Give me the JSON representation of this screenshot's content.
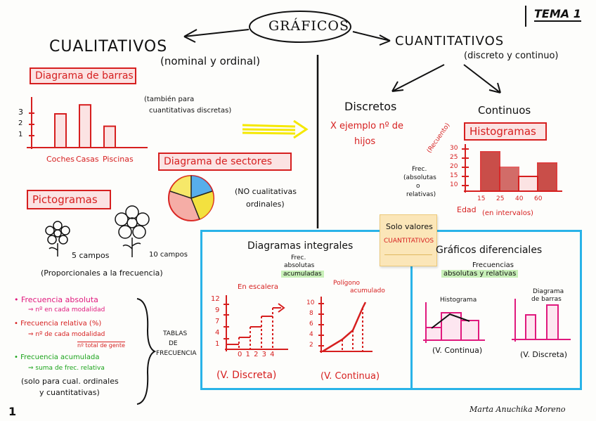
{
  "header": {
    "center_title": "GRÁFICOS",
    "tema": "TEMA 1"
  },
  "left": {
    "title": "CUALITATIVOS",
    "subtitle": "(nominal y ordinal)",
    "bar_box": "Diagrama de barras",
    "bar_note": [
      "(también para",
      "cuantitativas discretas)"
    ],
    "bar_ticks": [
      "3",
      "2",
      "1"
    ],
    "bar_labels": [
      "Coches",
      "Casas",
      "Piscinas"
    ],
    "bar_values": [
      3,
      3.8,
      1.9
    ],
    "sectores_box": "Diagrama de sectores",
    "sectores_note": [
      "(NO cualitativas",
      "ordinales)"
    ],
    "picto_box": "Pictogramas",
    "picto_caps": [
      "5 campos",
      "10 campos"
    ],
    "picto_note": "(Proporcionales a la frecuencia)",
    "freq_list": [
      {
        "text": "Frecuencia absoluta",
        "color": "#e0197d"
      },
      {
        "text": "⇒ nº en cada modalidad",
        "color": "#e0197d"
      },
      {
        "text": "Frecuencia relativa (%)",
        "color": "#d61f1f"
      },
      {
        "text": "⇒ nº de cada modalidad",
        "color": "#d61f1f"
      },
      {
        "text": "nº total de gente",
        "color": "#d61f1f"
      },
      {
        "text": "Frecuencia acumulada",
        "color": "#1aa31a"
      },
      {
        "text": "⇒ suma de frec. relativa",
        "color": "#1aa31a"
      },
      {
        "text": "(solo para cual. ordinales",
        "color": "#111111"
      },
      {
        "text": "y cuantitativas)",
        "color": "#111111"
      }
    ],
    "tablas": [
      "TABLAS",
      "DE",
      "FRECUENCIA"
    ]
  },
  "right": {
    "title": "CUANTITATIVOS",
    "subtitle": "(discreto y continuo)",
    "discretos": "Discretos",
    "discretos_ex": [
      "X ejemplo nº de",
      "hijos"
    ],
    "continuos": "Continuos",
    "histo_box": "Histogramas",
    "histo_ylabel": [
      "Frec.",
      "(absolutas",
      "o",
      "relativas)"
    ],
    "histo_recuento": "(Recuento)",
    "histo_yticks": [
      "30",
      "25",
      "20",
      "15",
      "10"
    ],
    "histo_xticks": [
      "15",
      "25",
      "40",
      "60"
    ],
    "histo_xlabel": "Edad",
    "histo_xnote": "(en intervalos)"
  },
  "sticky": {
    "line1": "Solo valores",
    "line2": "CUANTITATIVOS"
  },
  "integrales": {
    "title": "Diagramas integrales",
    "frec": [
      "Frec.",
      "absolutas",
      "acumuladas"
    ],
    "escalera": "En escalera",
    "poligono": [
      "Polígono",
      "acumulado"
    ],
    "esc_yticks": [
      "12",
      "9",
      "7",
      "4",
      "1"
    ],
    "esc_xticks": "0 1 2 3 4",
    "pol_yticks": [
      "10",
      "8",
      "6",
      "4",
      "2"
    ],
    "cap_left": "(V. Discreta)",
    "cap_right": "(V. Continua)"
  },
  "diferenciales": {
    "title": "Gráficos diferenciales",
    "frec": [
      "Frecuencias",
      "absolutas y relativas"
    ],
    "histograma": "Histograma",
    "barras": [
      "Diagrama",
      "de barras"
    ],
    "cap_left": "(V. Continua)",
    "cap_right": "(V. Discreta)"
  },
  "footer": {
    "page": "1",
    "signature": "Marta Anuchika Moreno"
  }
}
